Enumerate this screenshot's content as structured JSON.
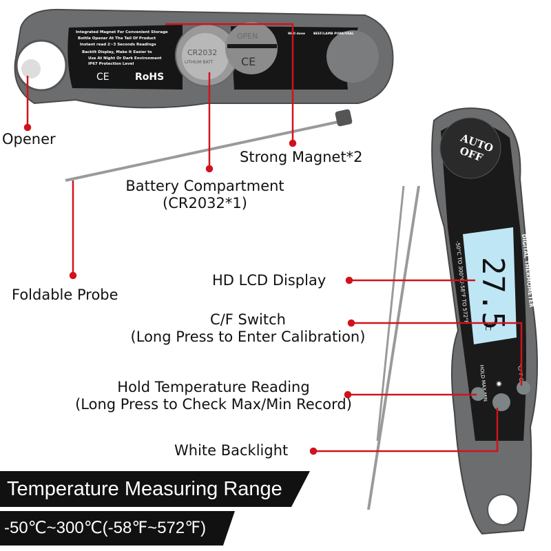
{
  "top_device": {
    "features": [
      "Integrated Magnet For Convenient Storage",
      "Bottle Opener At The Tail Of Product",
      "Instant read 2~3 Seconds Readings",
      "Backlit Display, Make It Easier to",
      "Use At Night Or Dark Environment",
      "IP67 Protection Level"
    ],
    "ce": "CE",
    "rohs": "RoHS",
    "battery_text": "CR2032",
    "battery_sub": "LITHIUM BATT",
    "cover_open": "OPEN",
    "cover_ce": "CE",
    "doneness_head": "Well done",
    "meat_head": "BEEF/LAMB PORK/VEAL"
  },
  "right_device": {
    "auto_off": [
      "AUTO",
      "OFF"
    ],
    "lcd_reading": "27.5",
    "lcd_unit": "°C",
    "title": "DIGITAL THERMOMETER",
    "range_text": "-50°C TO 300°C/-58°F TO 572°F",
    "hold_label": "HOLD MAX MIN",
    "cal_label": "°C/°F CAL"
  },
  "callouts": {
    "opener": "Opener",
    "magnet": "Strong Magnet*2",
    "battery": "Battery Compartment",
    "battery_sub": "(CR2032*1)",
    "probe": "Foldable Probe",
    "lcd": "HD LCD Display",
    "cf": "C/F Switch",
    "cf_sub": "(Long Press to Enter Calibration)",
    "hold": "Hold Temperature Reading",
    "hold_sub": "(Long Press to Check Max/Min Record)",
    "backlight": "White Backlight"
  },
  "banner": {
    "title": "Temperature Measuring Range",
    "range": "-50℃~300℃(-58℉~572℉)"
  },
  "colors": {
    "callout": "#d0131b",
    "body": "#6b6d6f",
    "face": "#1a1a1a",
    "lcd": "#bfe6f5"
  }
}
